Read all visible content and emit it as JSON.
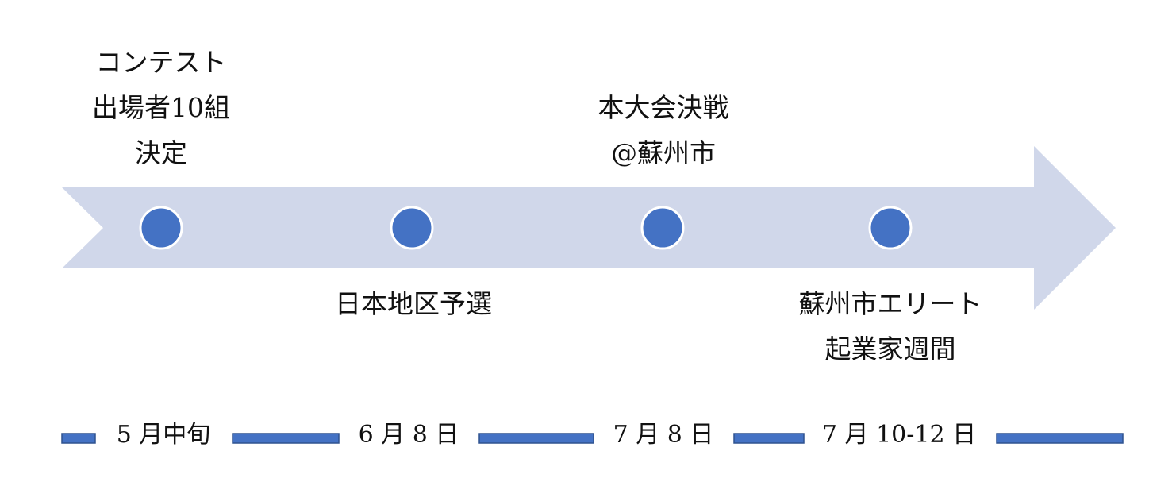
{
  "colors": {
    "arrow_fill": "#d0d7ea",
    "milestone_fill": "#4472c4",
    "milestone_stroke": "#ffffff",
    "bar_fill": "#4472c4",
    "bar_stroke": "#2f528f"
  },
  "milestones": [
    {
      "label_lines": [
        "コンテスト",
        "出場者10組",
        "決定"
      ],
      "date": "5 月中旬"
    },
    {
      "label_lines": [
        "日本地区予選"
      ],
      "date": "6 月 8 日"
    },
    {
      "label_lines": [
        "本大会決戦",
        "@蘇州市"
      ],
      "date": "7 月 8 日"
    },
    {
      "label_lines": [
        "蘇州市エリート",
        "起業家週間"
      ],
      "date": "7 月 10-12 日"
    }
  ]
}
